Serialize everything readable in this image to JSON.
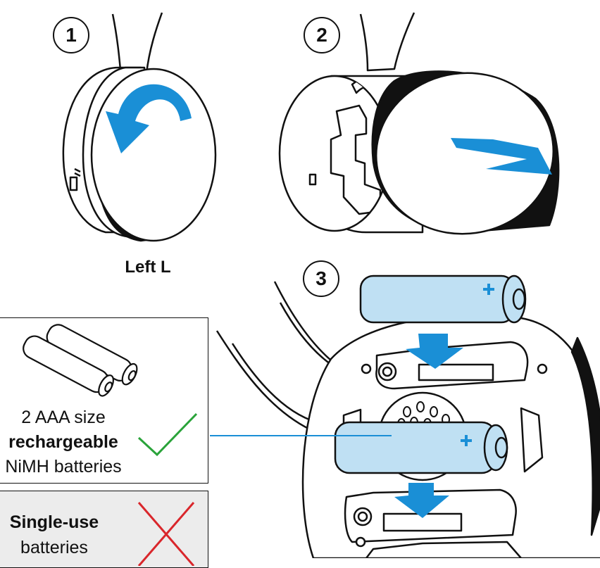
{
  "steps": [
    "1",
    "2",
    "3"
  ],
  "side_label": "Left L",
  "recommended": {
    "line1": "2 AAA size",
    "line2": "rechargeable",
    "line3": "NiMH batteries"
  },
  "not_recommended": {
    "line1": "Single-use",
    "line2": "batteries"
  },
  "colors": {
    "arrow_blue": "#1a8fd6",
    "battery_fill": "#bfe0f3",
    "battery_plus": "#1a8fd6",
    "check_green": "#2aa33a",
    "cross_red": "#d9262b",
    "leader_line": "#1a8fd6",
    "outline": "#111111"
  },
  "icons": [
    "rotate-arrow-icon",
    "slide-arrow-icon",
    "insert-arrow-icon",
    "check-icon",
    "cross-icon",
    "plus-icon"
  ]
}
